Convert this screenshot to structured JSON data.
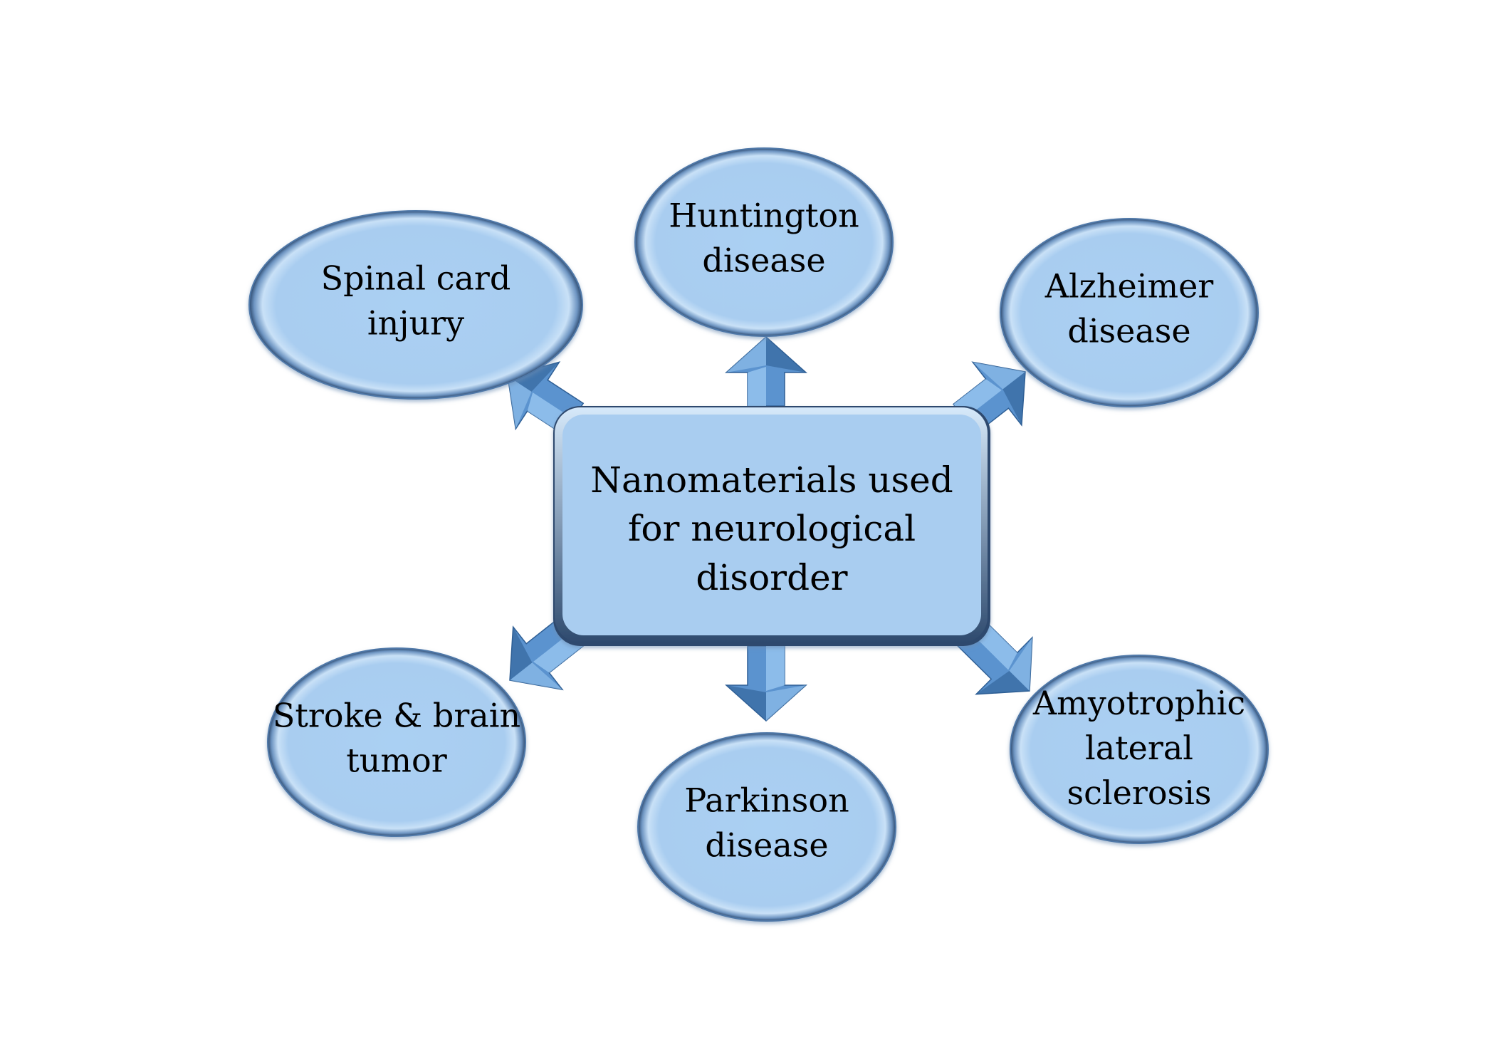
{
  "center": {
    "lines": [
      "Nanomaterials used",
      "for neurological",
      "disorder"
    ]
  },
  "nodes": [
    {
      "id": "spinal-cord-injury",
      "lines": [
        "Spinal card",
        "injury"
      ]
    },
    {
      "id": "huntington-disease",
      "lines": [
        "Huntington",
        "disease"
      ]
    },
    {
      "id": "alzheimer-disease",
      "lines": [
        "Alzheimer",
        "disease"
      ]
    },
    {
      "id": "stroke-brain-tumor",
      "lines": [
        "Stroke & brain",
        "tumor"
      ]
    },
    {
      "id": "parkinson-disease",
      "lines": [
        "Parkinson",
        "disease"
      ]
    },
    {
      "id": "amyotrophic-lateral-sclerosis",
      "lines": [
        "Amyotrophic",
        "lateral",
        "sclerosis"
      ]
    }
  ],
  "colors": {
    "fill": "#a9cdf0",
    "fill_light": "#d6e9fa",
    "edge": "#4f78a8",
    "edge_dark": "#2e4a6e",
    "arrow": "#5b93cf",
    "arrow_dark": "#2f5f95",
    "arrow_light": "#9ccaf3"
  }
}
